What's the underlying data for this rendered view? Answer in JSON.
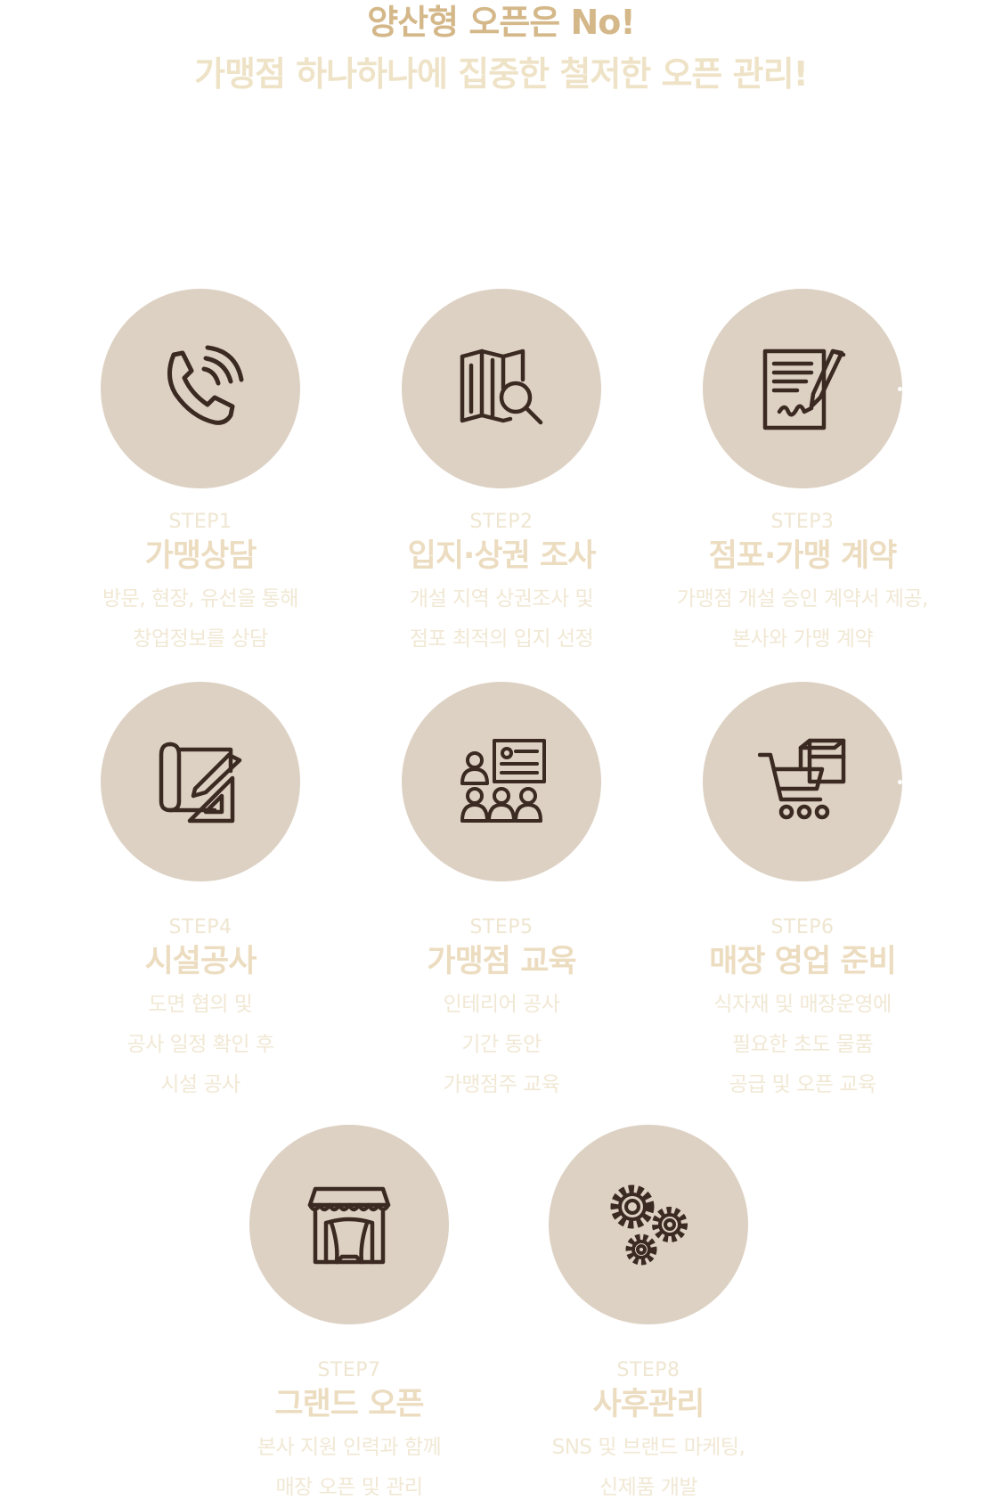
{
  "header": {
    "line1": "양산형 오픈은 No!",
    "line2": "가맹점 하나하나에 집중한 철저한 오픈 관리!"
  },
  "colors": {
    "circle": "#ddd1c3",
    "icon": "#3b2a22",
    "headline_primary": "#d4b88a",
    "headline_secondary": "#efe3c7"
  },
  "steps": [
    {
      "number": "STEP1",
      "title": "가맹상담",
      "icon": "phone-icon",
      "desc": [
        "방문, 현장, 유선을 통해",
        "창업정보를 상담"
      ]
    },
    {
      "number": "STEP2",
      "title": "입지·상권 조사",
      "icon": "map-search-icon",
      "desc": [
        "개설 지역 상권조사 및",
        "점포 최적의 입지 선정"
      ]
    },
    {
      "number": "STEP3",
      "title": "점포·가맹 계약",
      "icon": "contract-sign-icon",
      "desc": [
        "가맹점 개설 승인 계약서 제공,",
        "본사와 가맹 계약"
      ]
    },
    {
      "number": "STEP4",
      "title": "시설공사",
      "icon": "blueprint-icon",
      "desc": [
        "도면 협의 및",
        "공사 일정 확인 후",
        "시설 공사"
      ]
    },
    {
      "number": "STEP5",
      "title": "가맹점 교육",
      "icon": "training-icon",
      "desc": [
        "인테리어 공사",
        "기간 동안",
        "가맹점주 교육"
      ]
    },
    {
      "number": "STEP6",
      "title": "매장 영업 준비",
      "icon": "cart-box-icon",
      "desc": [
        "식자재 및 매장운영에",
        "필요한 초도 물품",
        "공급 및 오픈 교육"
      ]
    },
    {
      "number": "STEP7",
      "title": "그랜드 오픈",
      "icon": "storefront-icon",
      "desc": [
        "본사 지원 인력과 함께",
        "매장 오픈 및 관리"
      ]
    },
    {
      "number": "STEP8",
      "title": "사후관리",
      "icon": "gears-icon",
      "desc": [
        "SNS 및 브랜드 마케팅,",
        "신제품 개발"
      ]
    }
  ]
}
